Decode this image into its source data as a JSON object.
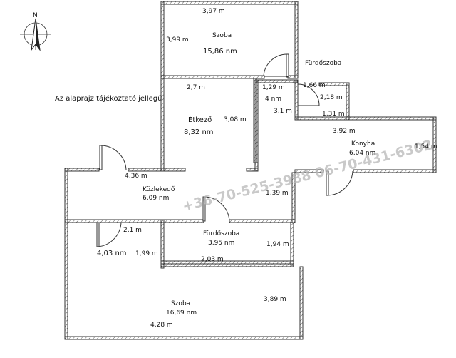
{
  "compass": {
    "north_label": "N"
  },
  "note": "Az alaprajz tájékoztató jellegű",
  "watermark": "+36-70-525-3988 06-70-431-6302",
  "labels": {
    "top_room_width": "3,97 m",
    "top_room_height": "3,99 m",
    "top_room_name": "Szoba",
    "top_room_area": "15,86 nm",
    "bath_top_name": "Fürdőszoba",
    "dining_width": "2,7 m",
    "small_w1": "1,29 m",
    "small_w2": "1,66 m",
    "small_area": "4 nm",
    "small_h": "2,18 m",
    "small_d": "3,1 m",
    "small_w3": "1,31 m",
    "dining_name": "Étkező",
    "dining_height": "3,08 m",
    "dining_area": "8,32 nm",
    "kitchen_width": "3,92 m",
    "kitchen_name": "Konyha",
    "kitchen_area": "6,04 nm",
    "kitchen_height": "1,54 m",
    "hall_width": "4,36 m",
    "hall_name": "Közlekedő",
    "hall_area": "6,09 nm",
    "hall_height": "1,39 m",
    "bath_width": "2,1 m",
    "bath_name": "Fürdőszoba",
    "bath_area": "3,95 nm",
    "bath_height": "1,94 m",
    "left_area": "4,03 nm",
    "left_height": "1,99 m",
    "bath_bottom_width": "2,03 m",
    "big_room_name": "Szoba",
    "big_room_area": "16,69 nm",
    "big_room_height": "3,89 m",
    "big_room_width": "4,28 m"
  }
}
